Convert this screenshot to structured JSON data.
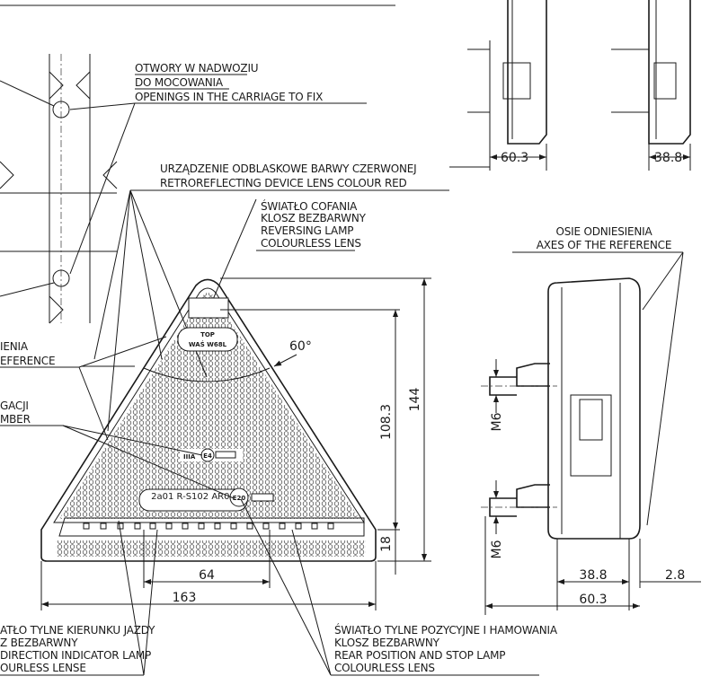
{
  "labels": {
    "openings": [
      "OTWORY W NADWOZIU",
      "DO MOCOWANIA",
      "OPENINGS IN THE CARRIAGE TO FIX"
    ],
    "retroreflector": [
      "URZĄDZENIE ODBLASKOWE BARWY CZERWONEJ",
      "RETROREFLECTING DEVICE LENS COLOUR RED"
    ],
    "reversing": [
      "ŚWIATŁO COFANIA",
      "KLOSZ BEZBARWNY",
      "REVERSING LAMP",
      "COLOURLESS LENS"
    ],
    "axes": [
      "OSIE ODNIESIENIA",
      "AXES OF THE REFERENCE"
    ],
    "axes_left": [
      "IENIA",
      "EFERENCE"
    ],
    "homologation_left": [
      "GACJI",
      "MBER"
    ],
    "indicator": [
      "ATŁO TYLNE KIERUNKU JAZDY",
      "Z BEZBARWNY",
      "DIRECTION INDICATOR LAMP",
      "OURLESS LENSE"
    ],
    "position_stop": [
      "ŚWIATŁO TYLNE POZYCYJNE I HAMOWANIA",
      "KLOSZ BEZBARWNY",
      "REAR POSITION AND STOP LAMP",
      "COLOURLESS LENS"
    ]
  },
  "markings": {
    "top": "TOP",
    "model": "WAŚ W68L",
    "class": "IIIA",
    "e_mark_1": "E4",
    "codes": "2a01  R-S102  AR00",
    "e_mark_2": "E20"
  },
  "dimensions": {
    "angle": "60°",
    "top_side_depth_1": "60.3",
    "top_side_depth_2": "38.8",
    "height_inner": "108.3",
    "height_total": "144",
    "strip_height": "18",
    "hole_spacing": "64",
    "width": "163",
    "thread_1": "M6",
    "thread_2": "M6",
    "side_depth_body": "38.8",
    "side_offset": "2.8",
    "side_depth_total": "60.3"
  }
}
